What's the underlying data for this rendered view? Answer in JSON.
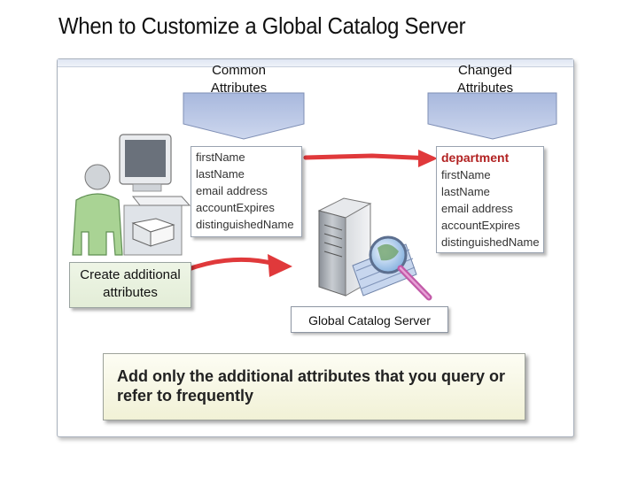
{
  "title": "When to Customize a Global Catalog Server",
  "common": {
    "heading": "Common\nAttributes",
    "items": [
      "firstName",
      "lastName",
      "email address",
      "accountExpires",
      "distinguishedName"
    ]
  },
  "changed": {
    "heading": "Changed\nAttributes",
    "items": [
      "department",
      "firstName",
      "lastName",
      "email address",
      "accountExpires",
      "distinguishedName"
    ]
  },
  "callout": "Create additional attributes",
  "server_label": "Global Catalog Server",
  "note": "Add only the additional attributes that you query or refer to frequently",
  "colors": {
    "arrow": "#e0393b",
    "tab": "#b9c6e3",
    "highlight": "#b22222",
    "callout_bg": "#e8f0de",
    "note_bg": "#f6f6e3"
  },
  "icons": [
    "user-at-computer-icon",
    "server-icon",
    "magnifying-glass-icon"
  ]
}
